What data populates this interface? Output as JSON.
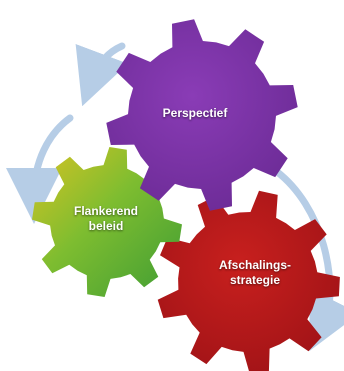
{
  "diagram": {
    "gears": [
      {
        "id": "perspectief",
        "label": "Perspectief",
        "color": "#7a33a8"
      },
      {
        "id": "flankerend",
        "label": "Flankerend\nbeleid",
        "color": "#64b536"
      },
      {
        "id": "afschaling",
        "label": "Afschalings-\nstrategie",
        "color": "#b8181c"
      }
    ],
    "arrow_color": "#b6cde6"
  }
}
